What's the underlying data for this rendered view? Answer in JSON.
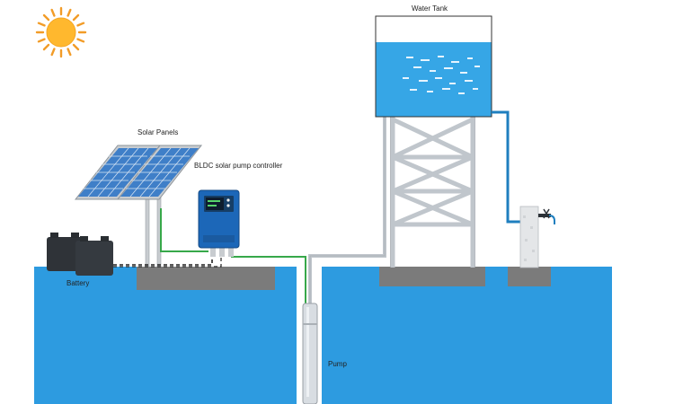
{
  "labels": {
    "water_tank": "Water Tank",
    "solar_panels": "Solar Panels",
    "controller": "BLDC solar pump controller",
    "battery": "Battery",
    "pump": "Pump"
  },
  "colors": {
    "ground_water": "#2d9be0",
    "tank_water": "#36a6e6",
    "concrete": "#7b7b7b",
    "panel_cell": "#3f7fc8",
    "panel_frame": "#c8ccd0",
    "controller_body": "#1c67b8",
    "battery": "#2f3338",
    "pipe": "#c0c6cc",
    "wire_green": "#37a84a",
    "wire_black": "#222222",
    "sun_core": "#ffb82e",
    "sun_rays": "#f29c28",
    "outlet_pipe": "#1f7fbf"
  },
  "icons": {
    "sun": "sun-icon",
    "panels": "solar-panel-icon",
    "controller": "controller-icon",
    "battery": "battery-icon",
    "pump": "pump-icon",
    "tank": "water-tank-icon",
    "tap": "tap-icon"
  }
}
